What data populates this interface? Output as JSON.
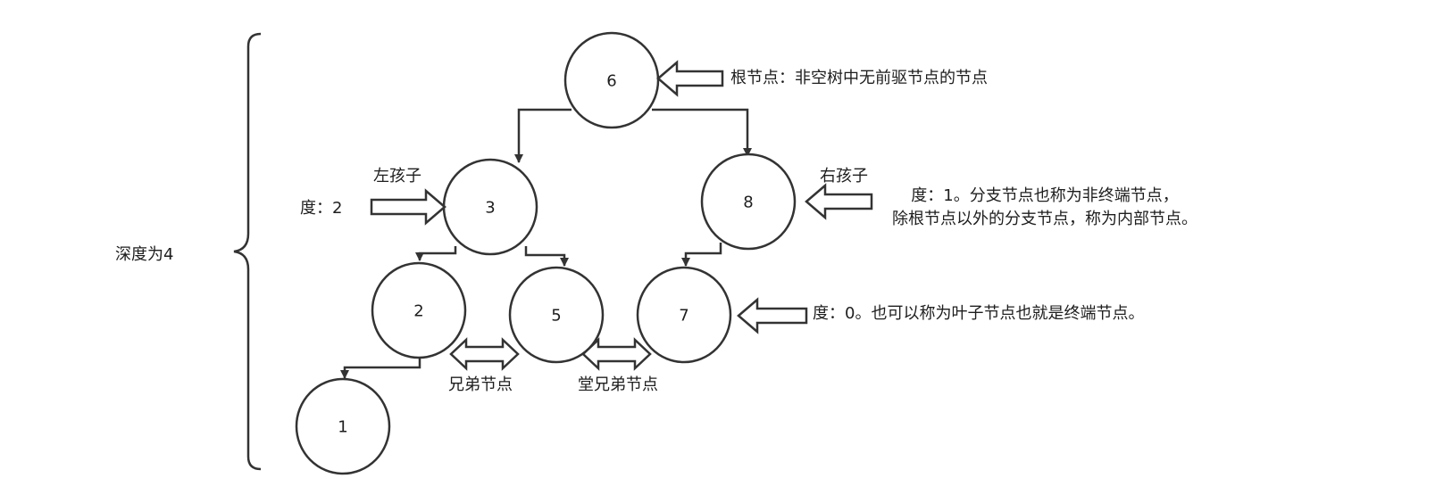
{
  "nodes": [
    "6",
    "3",
    "8",
    "2",
    "5",
    "7",
    "1"
  ],
  "labels": {
    "depth": "深度为4",
    "root": "根节点：非空树中无前驱节点的节点",
    "left_child": "左孩子",
    "right_child": "右孩子",
    "degree2": "度：2",
    "degree1_line1": "度：1。分支节点也称为非终端节点，",
    "degree1_line2": "除根节点以外的分支节点，称为内部节点。",
    "degree0": "度：0。也可以称为叶子节点也就是终端节点。",
    "siblings": "兄弟节点",
    "cousins": "堂兄弟节点"
  },
  "colors": {
    "stroke": "#333333",
    "text": "#1e1e1e"
  }
}
